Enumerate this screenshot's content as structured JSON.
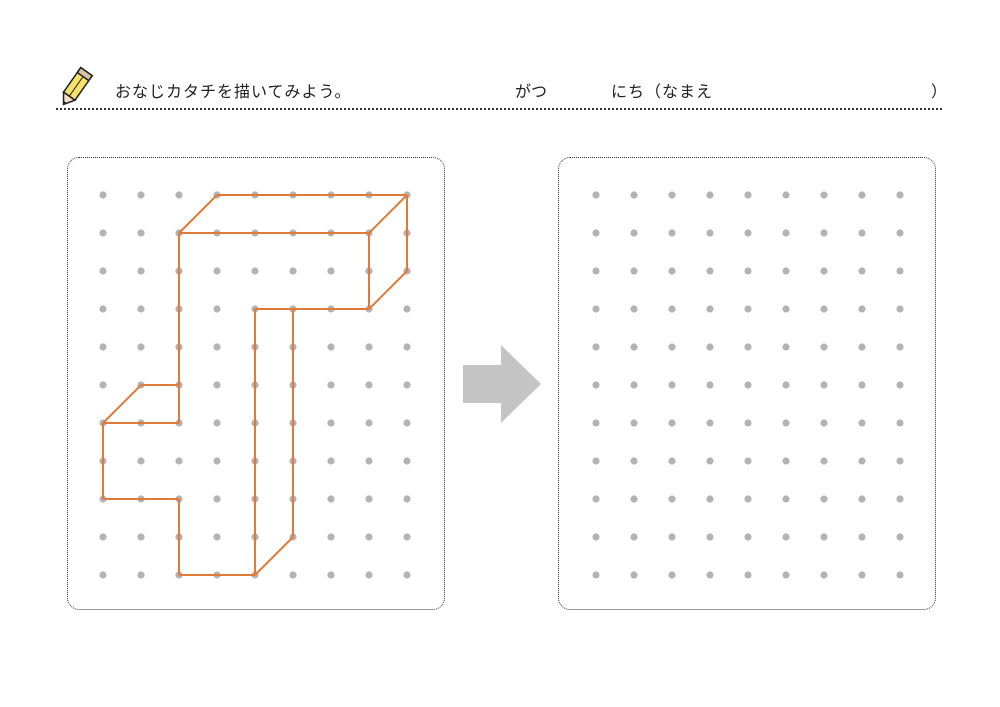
{
  "header": {
    "title": "おなじカタチを描いてみよう。",
    "month_label": "がつ",
    "day_name_label": "にち（なまえ",
    "close_paren": "）"
  },
  "icons": {
    "header_icon": "pencil-icon",
    "center_icon": "right-arrow-icon"
  },
  "colors": {
    "dot": "#b3b3b3",
    "shape_stroke": "#e07a3a",
    "arrow": "#c4c4c4",
    "pencil_body": "#f7e36a"
  },
  "grid": {
    "columns": 9,
    "rows": 11
  }
}
